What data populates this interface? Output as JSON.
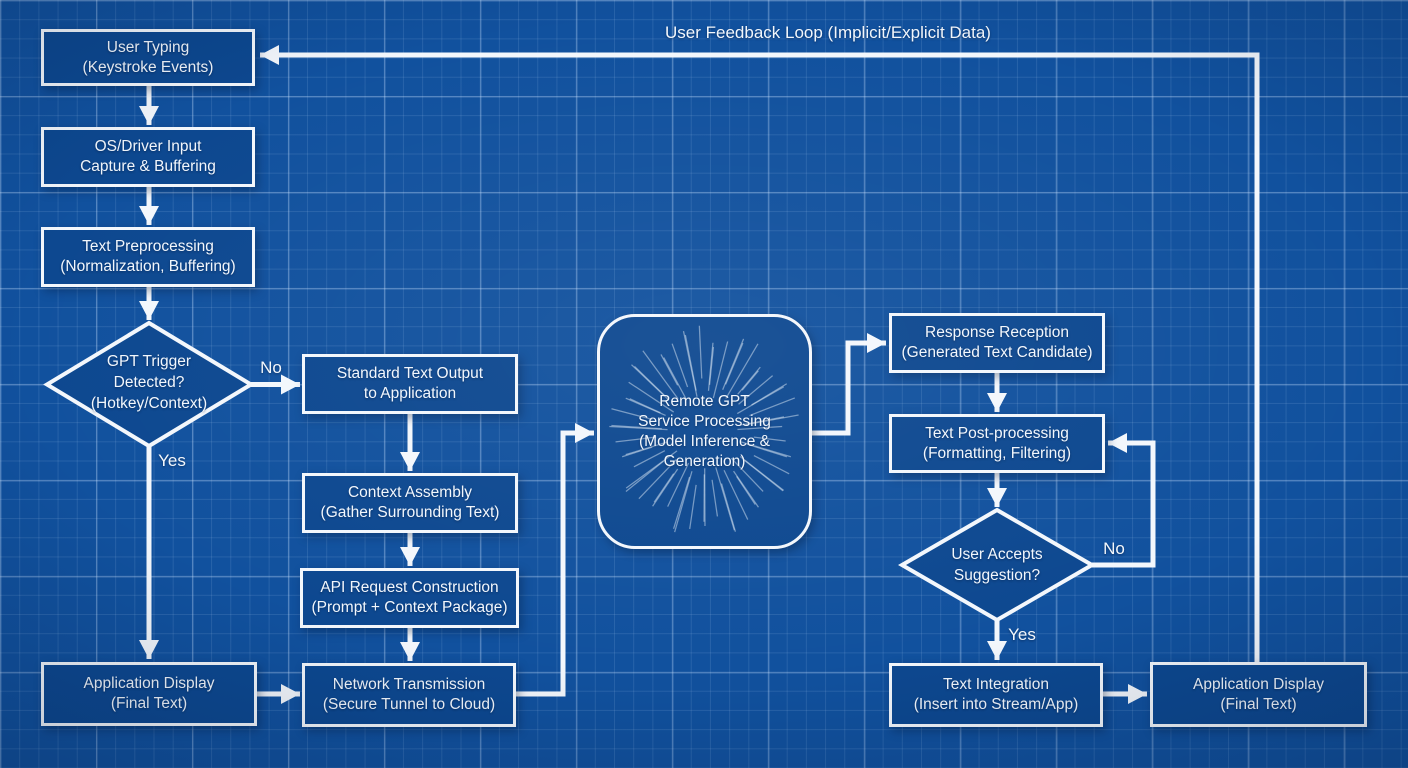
{
  "colors": {
    "background": "#11519e",
    "node_fill": "#0d4890",
    "stroke": "#f3f7fc",
    "grid_line": "#3a77bd"
  },
  "labels": {
    "feedback_loop": "User Feedback Loop (Implicit/Explicit Data)",
    "trigger_no": "No",
    "trigger_yes": "Yes",
    "accept_no": "No",
    "accept_yes": "Yes"
  },
  "nodes": {
    "user_typing": {
      "lines": [
        "User Typing",
        "(Keystroke Events)"
      ]
    },
    "os_driver": {
      "lines": [
        "OS/Driver Input",
        "Capture & Buffering"
      ]
    },
    "preprocessing": {
      "lines": [
        "Text Preprocessing",
        "(Normalization, Buffering)"
      ]
    },
    "trigger_decision": {
      "lines": [
        "GPT Trigger",
        "Detected?",
        "(Hotkey/Context)"
      ]
    },
    "standard_output": {
      "lines": [
        "Standard Text Output",
        "to Application"
      ]
    },
    "context_assembly": {
      "lines": [
        "Context Assembly",
        "(Gather Surrounding Text)"
      ]
    },
    "api_request": {
      "lines": [
        "API Request Construction",
        "(Prompt + Context Package)"
      ]
    },
    "network_transmission": {
      "lines": [
        "Network Transmission",
        "(Secure Tunnel to Cloud)"
      ]
    },
    "app_display_left": {
      "lines": [
        "Application Display",
        "(Final Text)"
      ]
    },
    "remote_gpt": {
      "lines": [
        "Remote GPT",
        "Service Processing",
        "(Model Inference &",
        "Generation)"
      ]
    },
    "response_reception": {
      "lines": [
        "Response Reception",
        "(Generated Text Candidate)"
      ]
    },
    "post_processing": {
      "lines": [
        "Text Post-processing",
        "(Formatting, Filtering)"
      ]
    },
    "accept_decision": {
      "lines": [
        "User Accepts",
        "Suggestion?"
      ]
    },
    "text_integration": {
      "lines": [
        "Text Integration",
        "(Insert into Stream/App)"
      ]
    },
    "app_display_right": {
      "lines": [
        "Application Display",
        "(Final Text)"
      ]
    }
  }
}
